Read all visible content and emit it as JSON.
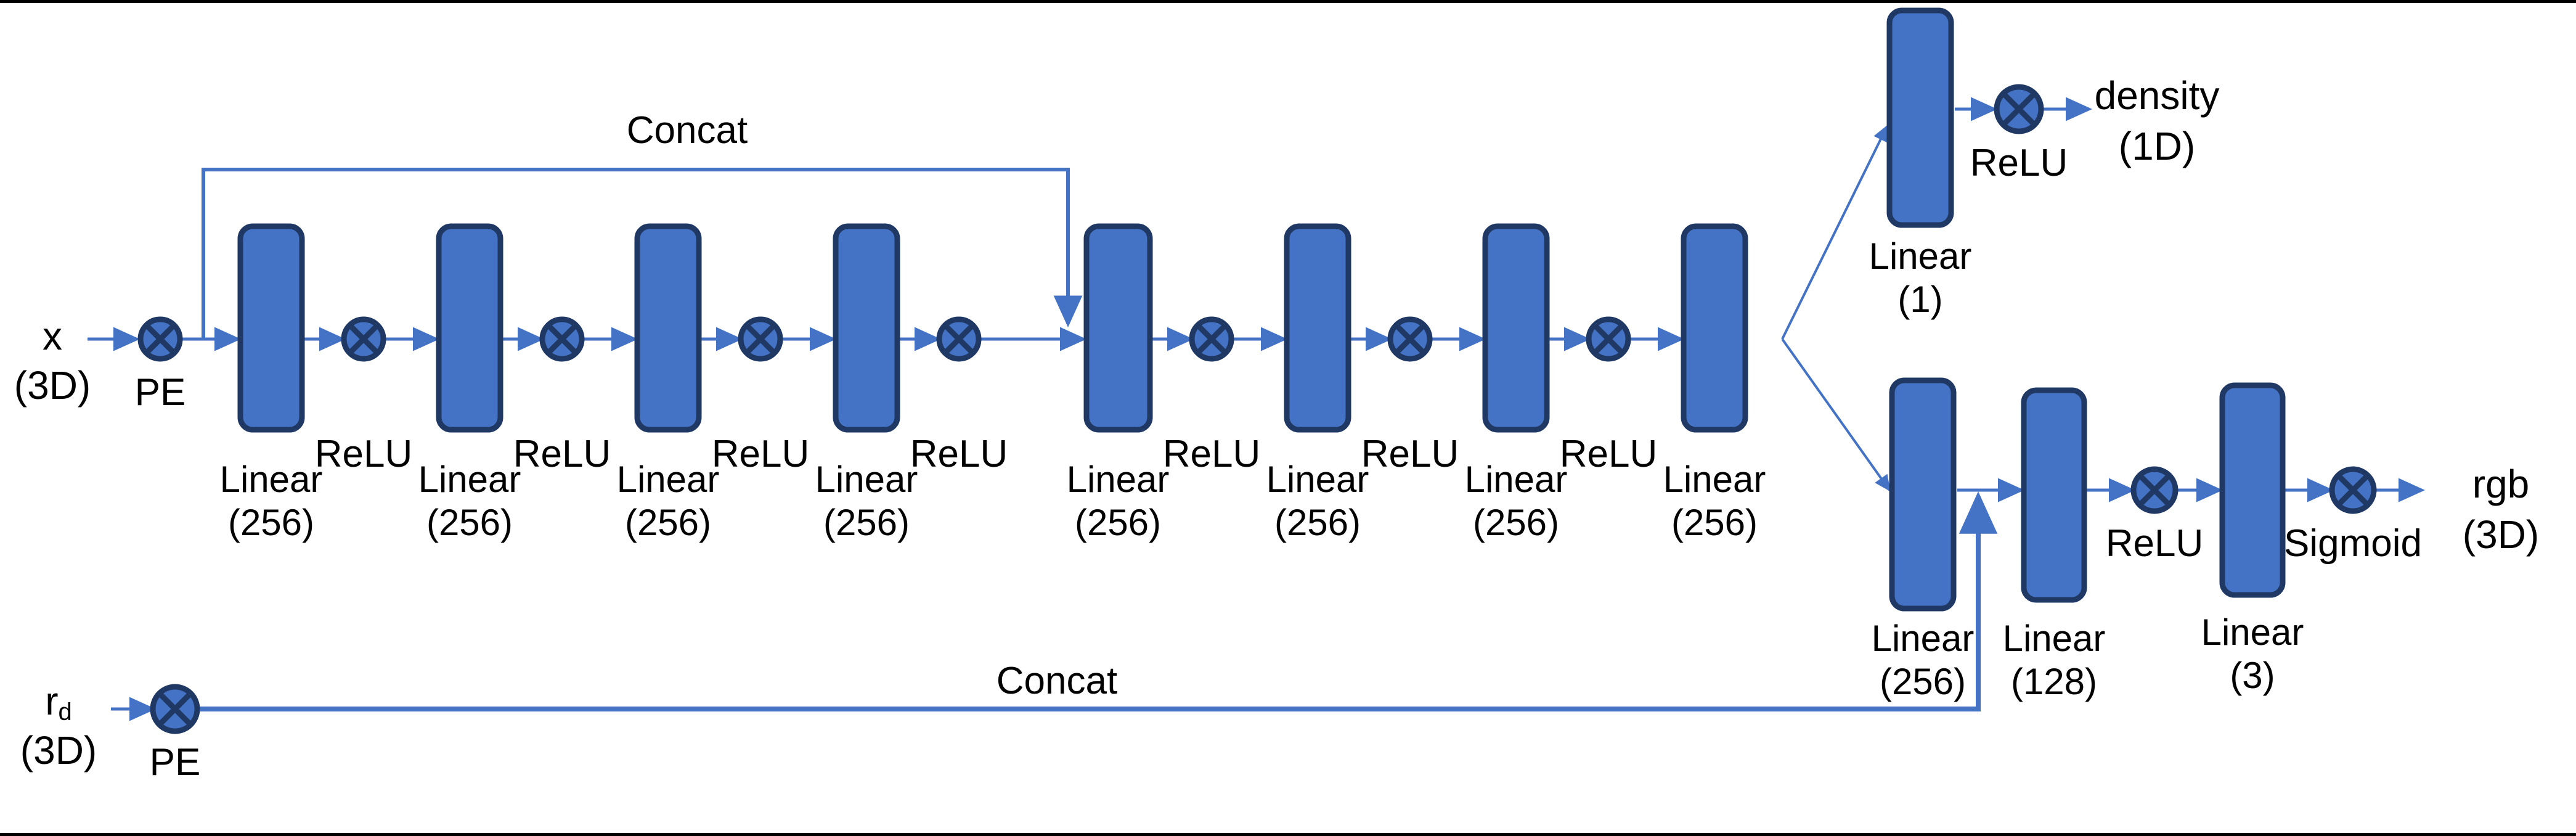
{
  "diagram": {
    "title": "NeRF MLP architecture",
    "colors": {
      "block_fill": "#4472C4",
      "block_stroke": "#1F3864",
      "arrow": "#4472C4",
      "text": "#000000",
      "background": "#FFFFFF",
      "border": "#000000"
    },
    "inputs": [
      {
        "id": "x",
        "symbol": "x",
        "sub": "",
        "dims": "(3D)",
        "encoder": "PE"
      },
      {
        "id": "rd",
        "symbol": "r",
        "sub": "d",
        "dims": "(3D)",
        "encoder": "PE"
      }
    ],
    "outputs": [
      {
        "id": "density",
        "label": "density",
        "dims": "(1D)"
      },
      {
        "id": "rgb",
        "label": "rgb",
        "dims": "(3D)"
      }
    ],
    "skip_labels": {
      "top": "Concat",
      "bottom": "Concat"
    },
    "encoder_label": "PE",
    "activations": {
      "relu": "ReLU",
      "sigmoid": "Sigmoid"
    },
    "trunk": [
      {
        "kind": "linear",
        "name": "Linear",
        "size": "(256)"
      },
      {
        "kind": "act",
        "name": "ReLU"
      },
      {
        "kind": "linear",
        "name": "Linear",
        "size": "(256)"
      },
      {
        "kind": "act",
        "name": "ReLU"
      },
      {
        "kind": "linear",
        "name": "Linear",
        "size": "(256)"
      },
      {
        "kind": "act",
        "name": "ReLU"
      },
      {
        "kind": "linear",
        "name": "Linear",
        "size": "(256)"
      },
      {
        "kind": "act",
        "name": "ReLU"
      },
      {
        "kind": "linear",
        "name": "Linear",
        "size": "(256)"
      },
      {
        "kind": "act",
        "name": "ReLU"
      },
      {
        "kind": "linear",
        "name": "Linear",
        "size": "(256)"
      },
      {
        "kind": "act",
        "name": "ReLU"
      },
      {
        "kind": "linear",
        "name": "Linear",
        "size": "(256)"
      },
      {
        "kind": "act",
        "name": "ReLU"
      },
      {
        "kind": "linear",
        "name": "Linear",
        "size": "(256)"
      }
    ],
    "density_branch": [
      {
        "kind": "linear",
        "name": "Linear",
        "size": "(1)"
      },
      {
        "kind": "act",
        "name": "ReLU"
      }
    ],
    "color_branch": [
      {
        "kind": "linear",
        "name": "Linear",
        "size": "(256)"
      },
      {
        "kind": "linear",
        "name": "Linear",
        "size": "(128)"
      },
      {
        "kind": "act",
        "name": "ReLU"
      },
      {
        "kind": "linear",
        "name": "Linear",
        "size": "(3)"
      },
      {
        "kind": "act",
        "name": "Sigmoid"
      }
    ],
    "labels": {
      "t_x_sym": "x",
      "t_x_dim": "(3D)",
      "t_x_pe": "PE",
      "t_rd_sym": "r",
      "t_rd_sub": "d",
      "t_rd_dim": "(3D)",
      "t_rd_pe": "PE",
      "t_concat_top": "Concat",
      "t_concat_bottom": "Concat",
      "t_lin1": "Linear",
      "t_sz1": "(256)",
      "t_lin2": "Linear",
      "t_sz2": "(256)",
      "t_lin3": "Linear",
      "t_sz3": "(256)",
      "t_lin4": "Linear",
      "t_sz4": "(256)",
      "t_lin5": "Linear",
      "t_sz5": "(256)",
      "t_lin6": "Linear",
      "t_sz6": "(256)",
      "t_lin7": "Linear",
      "t_sz7": "(256)",
      "t_lin8": "Linear",
      "t_sz8": "(256)",
      "t_relu1": "ReLU",
      "t_relu2": "ReLU",
      "t_relu3": "ReLU",
      "t_relu4": "ReLU",
      "t_relu5": "ReLU",
      "t_relu6": "ReLU",
      "t_relu7": "ReLU",
      "t_dlin": "Linear",
      "t_dsz": "(1)",
      "t_drelu": "ReLU",
      "t_density": "density",
      "t_density_dim": "(1D)",
      "t_clin1": "Linear",
      "t_csz1": "(256)",
      "t_clin2": "Linear",
      "t_csz2": "(128)",
      "t_crelu": "ReLU",
      "t_clin3": "Linear",
      "t_csz3": "(3)",
      "t_sigmoid": "Sigmoid",
      "t_rgb": "rgb",
      "t_rgb_dim": "(3D)"
    }
  }
}
